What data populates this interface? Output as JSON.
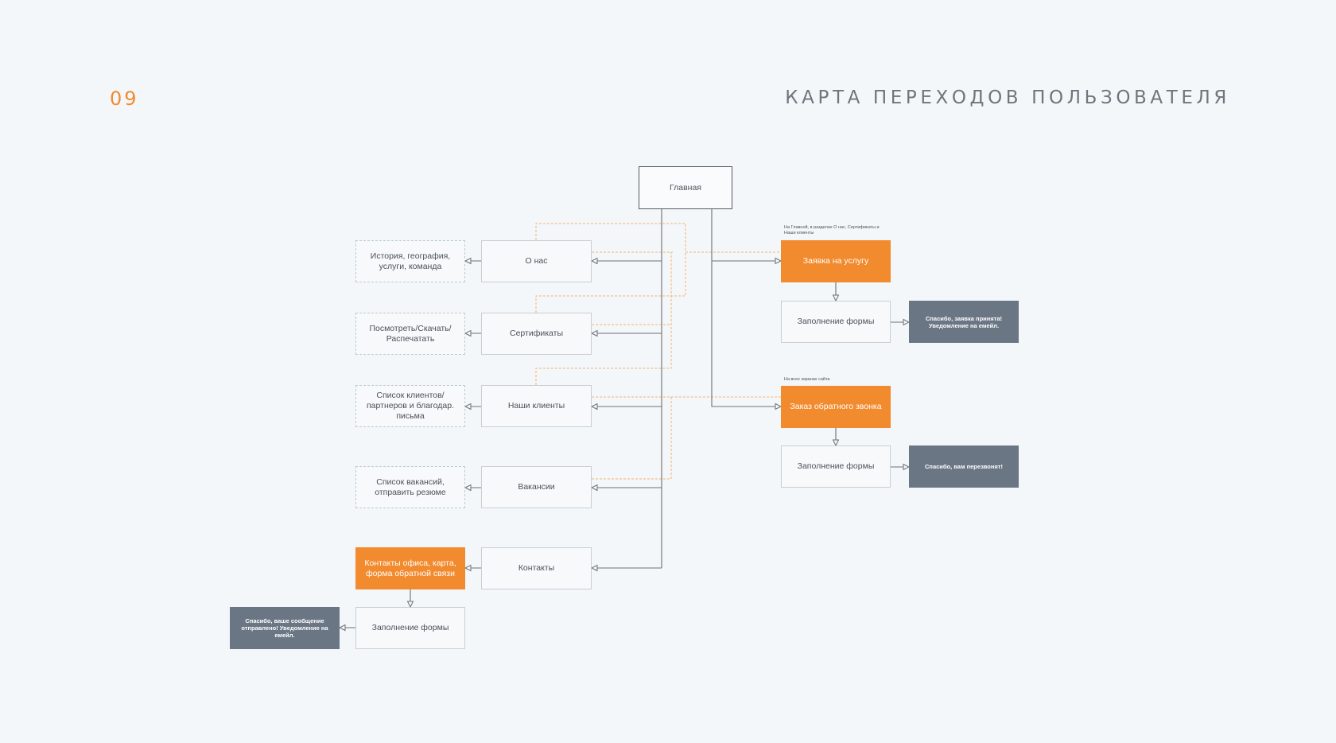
{
  "slide": {
    "number": "09",
    "title": "КАРТА ПЕРЕХОДОВ ПОЛЬЗОВАТЕЛЯ"
  },
  "diagram": {
    "root": "Главная",
    "pages": [
      {
        "label": "О нас",
        "detail": "История, география, услуги, команда"
      },
      {
        "label": "Сертификаты",
        "detail": "Посмотреть/Скачать/ Распечатать"
      },
      {
        "label": "Наши клиенты",
        "detail": "Список клиентов/партнеров и благодар. письма"
      },
      {
        "label": "Вакансии",
        "detail": "Список вакансий, отправить резюме"
      },
      {
        "label": "Контакты",
        "detail": "Контакты офиса, карта, форма обратной связи"
      }
    ],
    "contacts_form": "Заполнение формы",
    "contacts_thanks": "Спасибо, ваше сообщение отправлено! Уведомление на емейл.",
    "service_note": "На Главной, в разделах О нас, Сертификаты и Наши клиенты",
    "service_request": "Заявка на услугу",
    "service_form": "Заполнение формы",
    "service_thanks": "Спасибо, заявка принята! Уведомление на емейл.",
    "callback_note": "На всех экранах сайта",
    "callback_request": "Заказ обратного звонка",
    "callback_form": "Заполнение формы",
    "callback_thanks": "Спасибо, вам перезвонят!"
  },
  "colors": {
    "accent": "#f28a2e",
    "dark_box": "#6b7685",
    "line": "#6a7075",
    "dashed_line": "#f3b274"
  }
}
